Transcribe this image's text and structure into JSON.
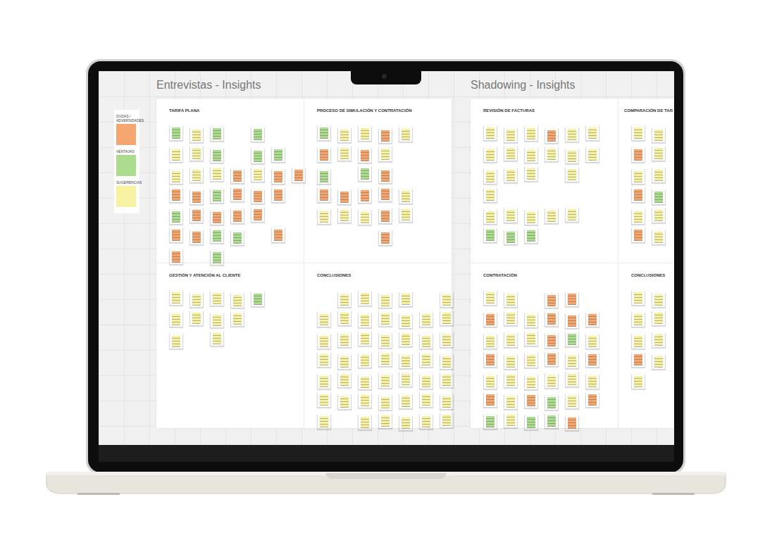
{
  "diagram": {
    "nodes": [
      {
        "text": [
          "Entrevistas - Insights"
        ]
      },
      {
        "text": [
          "TARIFA PLANA"
        ],
        "in": 0
      },
      {
        "text": [
          "PROCESO DE SIMULACIÓN Y CONTRATACIÓN"
        ],
        "in": 0
      },
      {
        "text": [
          "GESTIÓN Y ATENCIÓN AL CLIENTE"
        ],
        "in": 0
      },
      {
        "text": [
          "CONCLUSIONES"
        ],
        "in": 0
      },
      {
        "text": [
          "Shadowing - Insights"
        ]
      },
      {
        "text": [
          "REVISIÓN DE FACTURAS"
        ],
        "in": 5
      },
      {
        "text": [
          "COMPARACIÓN DE TAR"
        ],
        "in": 5
      },
      {
        "text": [
          "CONTRATACIÓN"
        ],
        "in": 5
      },
      {
        "text": [
          "CONCLUSIONES"
        ],
        "in": 5
      }
    ],
    "legend": [
      {
        "text": "DUDAS / ADVERSIDADES",
        "color": "#f5a66e"
      },
      {
        "text": "VENTAJAS",
        "color": "#acdc8e"
      },
      {
        "text": "SUGERENCIAS",
        "color": "#f7f2a2"
      }
    ]
  }
}
